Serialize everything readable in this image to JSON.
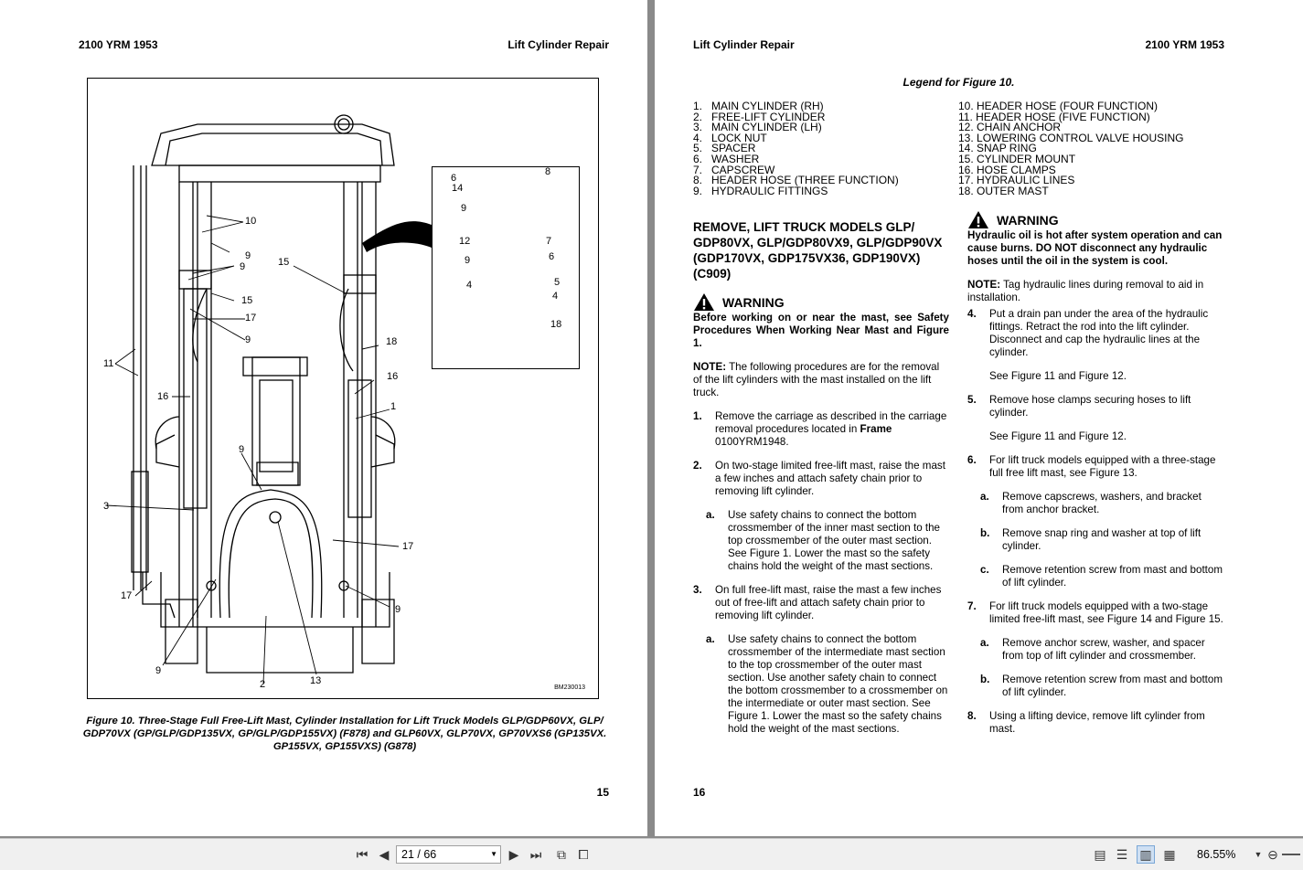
{
  "left_page": {
    "header_left": "2100 YRM 1953",
    "header_right": "Lift Cylinder Repair",
    "page_number": "15",
    "figure_code": "BM230013",
    "callouts": [
      "10",
      "9",
      "9",
      "15",
      "15",
      "17",
      "9",
      "18",
      "11",
      "16",
      "16",
      "1",
      "9",
      "3",
      "17",
      "17",
      "9",
      "9",
      "2",
      "13"
    ],
    "inset_callouts": [
      "6",
      "8",
      "14",
      "9",
      "12",
      "7",
      "9",
      "6",
      "5",
      "4",
      "4",
      "18"
    ],
    "caption": "Figure 10. Three-Stage Full Free-Lift Mast, Cylinder Installation for Lift Truck Models GLP/GDP60VX, GLP/ GDP70VX (GP/GLP/GDP135VX, GP/GLP/GDP155VX) (F878) and GLP60VX, GLP70VX, GP70VXS6 (GP135VX. GP155VX, GP155VXS) (G878)"
  },
  "right_page": {
    "header_left": "Lift Cylinder Repair",
    "header_right": "2100 YRM 1953",
    "page_number": "16",
    "legend_title": "Legend for Figure 10.",
    "legend_left": [
      "1.   MAIN CYLINDER (RH)",
      "2.   FREE-LIFT CYLINDER",
      "3.   MAIN CYLINDER (LH)",
      "4.   LOCK NUT",
      "5.   SPACER",
      "6.   WASHER",
      "7.   CAPSCREW",
      "8.   HEADER HOSE (THREE FUNCTION)",
      "9.   HYDRAULIC FITTINGS"
    ],
    "legend_right": [
      "10. HEADER HOSE (FOUR FUNCTION)",
      "11. HEADER HOSE (FIVE FUNCTION)",
      "12. CHAIN ANCHOR",
      "13. LOWERING CONTROL VALVE HOUSING",
      "14. SNAP RING",
      "15. CYLINDER MOUNT",
      "16. HOSE CLAMPS",
      "17. HYDRAULIC LINES",
      "18. OUTER MAST"
    ],
    "section_heading": "REMOVE, LIFT TRUCK MODELS GLP/ GDP80VX, GLP/GDP80VX9, GLP/GDP90VX (GDP170VX, GDP175VX36, GDP190VX) (C909)",
    "warning_label": "WARNING",
    "warning1": "Before working on or near the mast, see Safety Procedures When Working Near Mast and Figure 1.",
    "note1_label": "NOTE:",
    "note1": " The following procedures are for the removal of the lift cylinders with the mast installed on the lift truck.",
    "step1_num": "1.",
    "step1_a": "Remove the carriage as described in the carriage removal procedures located in ",
    "step1_b": "Frame",
    "step1_c": " 0100YRM1948.",
    "step2_num": "2.",
    "step2": "On two-stage limited free-lift mast, raise the mast a few inches and attach safety chain prior to removing lift cylinder.",
    "step2a_num": "a.",
    "step2a": "Use safety chains to connect the bottom crossmember of the inner mast section to the top crossmember of the outer mast section. See Figure 1. Lower the mast so the safety chains hold the weight of the mast sections.",
    "step3_num": "3.",
    "step3": "On full free-lift mast, raise the mast a few inches out of free-lift and attach safety chain prior to removing lift cylinder.",
    "step3a_num": "a.",
    "step3a": "Use safety chains to connect the bottom crossmember of the intermediate mast section to the top crossmember of the outer mast section. Use another safety chain to connect the bottom crossmember to a crossmember on the intermediate or outer mast section. See Figure 1. Lower the mast so the safety chains hold the weight of the mast sections.",
    "warning2": "Hydraulic oil is hot after system operation and can cause burns. DO NOT disconnect any hydraulic hoses until the oil in the system is cool.",
    "note2_label": "NOTE:",
    "note2": " Tag hydraulic lines during removal to aid in installation.",
    "step4_num": "4.",
    "step4": "Put a drain pan under the area of the hydraulic fittings. Retract the rod into the lift cylinder. Disconnect and cap the hydraulic lines at the cylinder.",
    "step4_see": "See Figure 11 and Figure 12.",
    "step5_num": "5.",
    "step5": "Remove hose clamps securing hoses to lift cylinder.",
    "step5_see": "See Figure 11 and Figure 12.",
    "step6_num": "6.",
    "step6": "For lift truck models equipped with a three-stage full free lift mast, see Figure 13.",
    "step6a_num": "a.",
    "step6a": "Remove capscrews, washers, and bracket from anchor bracket.",
    "step6b_num": "b.",
    "step6b": "Remove snap ring and washer at top of lift cylinder.",
    "step6c_num": "c.",
    "step6c": "Remove retention screw from mast and bottom of lift cylinder.",
    "step7_num": "7.",
    "step7": "For lift truck models equipped with a two-stage limited free-lift mast, see Figure 14 and Figure 15.",
    "step7a_num": "a.",
    "step7a": "Remove anchor screw, washer, and spacer from top of lift cylinder and crossmember.",
    "step7b_num": "b.",
    "step7b": "Remove retention screw from mast and bottom of lift cylinder.",
    "step8_num": "8.",
    "step8": "Using a lifting device, remove lift cylinder from mast."
  },
  "toolbar": {
    "page_indicator": "21 / 66",
    "zoom": "86.55%"
  },
  "colors": {
    "page_bg": "#ffffff",
    "viewer_bg": "#8a8a8a",
    "toolbar_bg": "#f0f0f0"
  },
  "icons": [
    "first-page-icon",
    "prev-page-icon",
    "next-page-icon",
    "last-page-icon",
    "rotate-icon",
    "fit-icon",
    "single-page-icon",
    "continuous-icon",
    "two-page-icon",
    "two-page-continuous-icon",
    "zoom-out-icon"
  ]
}
